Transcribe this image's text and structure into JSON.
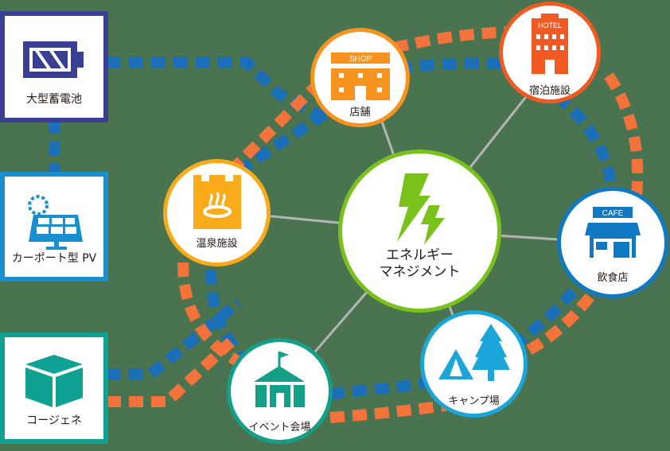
{
  "diagram": {
    "background": "#4a7350",
    "sources": [
      {
        "id": "battery",
        "label": "大型蓄電池",
        "icon": "battery-icon",
        "color": "#3b3f93"
      },
      {
        "id": "pv",
        "label": "カーポート型 PV",
        "icon": "solar-panel-icon",
        "color": "#1a8fcf"
      },
      {
        "id": "cogen",
        "label": "コージェネ",
        "icon": "cube-icon",
        "color": "#0fa192"
      }
    ],
    "center": {
      "label_line1": "エネルギー",
      "label_line2": "マネジメント",
      "icon": "lightning-icon",
      "color": "#78c21b"
    },
    "facilities": [
      {
        "id": "shop",
        "label": "店舗",
        "sign": "SHOP",
        "icon": "shop-icon",
        "color": "#f7931e"
      },
      {
        "id": "hotel",
        "label": "宿泊施設",
        "sign": "HOTEL",
        "icon": "hotel-icon",
        "color": "#f15a22"
      },
      {
        "id": "onsen",
        "label": "温泉施設",
        "icon": "hot-spring-icon",
        "color": "#f9ab1a"
      },
      {
        "id": "cafe",
        "label": "飲食店",
        "sign": "CAFE",
        "icon": "cafe-icon",
        "color": "#1079c2"
      },
      {
        "id": "camp",
        "label": "キャンプ場",
        "icon": "tent-tree-icon",
        "color": "#1ba5d8"
      },
      {
        "id": "event",
        "label": "イベント会場",
        "icon": "circus-tent-icon",
        "color": "#13a086"
      }
    ],
    "line_colors": {
      "electric": "#1a6fb8",
      "heat": "#f3733b",
      "spoke": "#b5b5b5"
    }
  }
}
